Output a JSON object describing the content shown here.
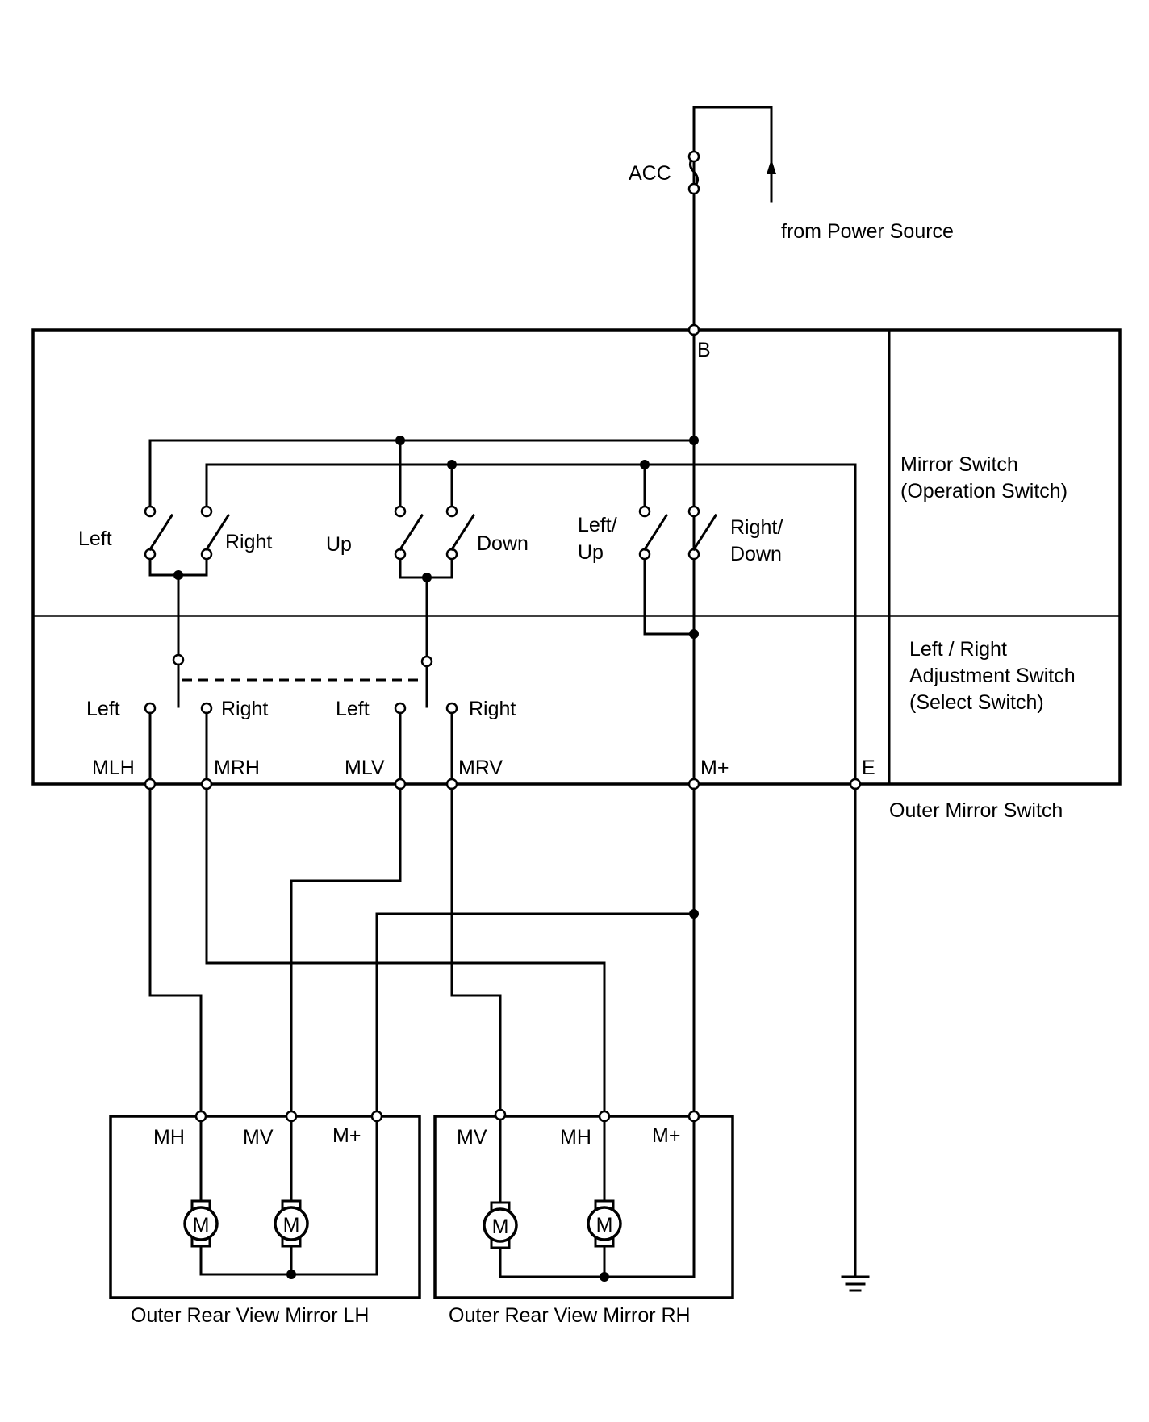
{
  "power": {
    "acc_label": "ACC",
    "source_label": "from Power Source"
  },
  "outer_switch": {
    "name": "Outer Mirror Switch",
    "terminal_b": "B",
    "operation_switch": {
      "title_line1": "Mirror Switch",
      "title_line2": "(Operation Switch)",
      "left": "Left",
      "right": "Right",
      "up": "Up",
      "down": "Down",
      "left_up_line1": "Left/",
      "left_up_line2": "Up",
      "right_down_line1": "Right/",
      "right_down_line2": "Down"
    },
    "select_switch": {
      "title_line1": "Left / Right",
      "title_line2": "Adjustment Switch",
      "title_line3": "(Select Switch)",
      "left_a": "Left",
      "right_a": "Right",
      "left_b": "Left",
      "right_b": "Right"
    },
    "terminals": {
      "mlh": "MLH",
      "mrh": "MRH",
      "mlv": "MLV",
      "mrv": "MRV",
      "mplus": "M+",
      "e": "E"
    }
  },
  "mirror_lh": {
    "name": "Outer Rear View Mirror LH",
    "mh": "MH",
    "mv": "MV",
    "mplus": "M+",
    "motor_symbol": "M"
  },
  "mirror_rh": {
    "name": "Outer Rear View Mirror RH",
    "mv": "MV",
    "mh": "MH",
    "mplus": "M+",
    "motor_symbol": "M"
  }
}
